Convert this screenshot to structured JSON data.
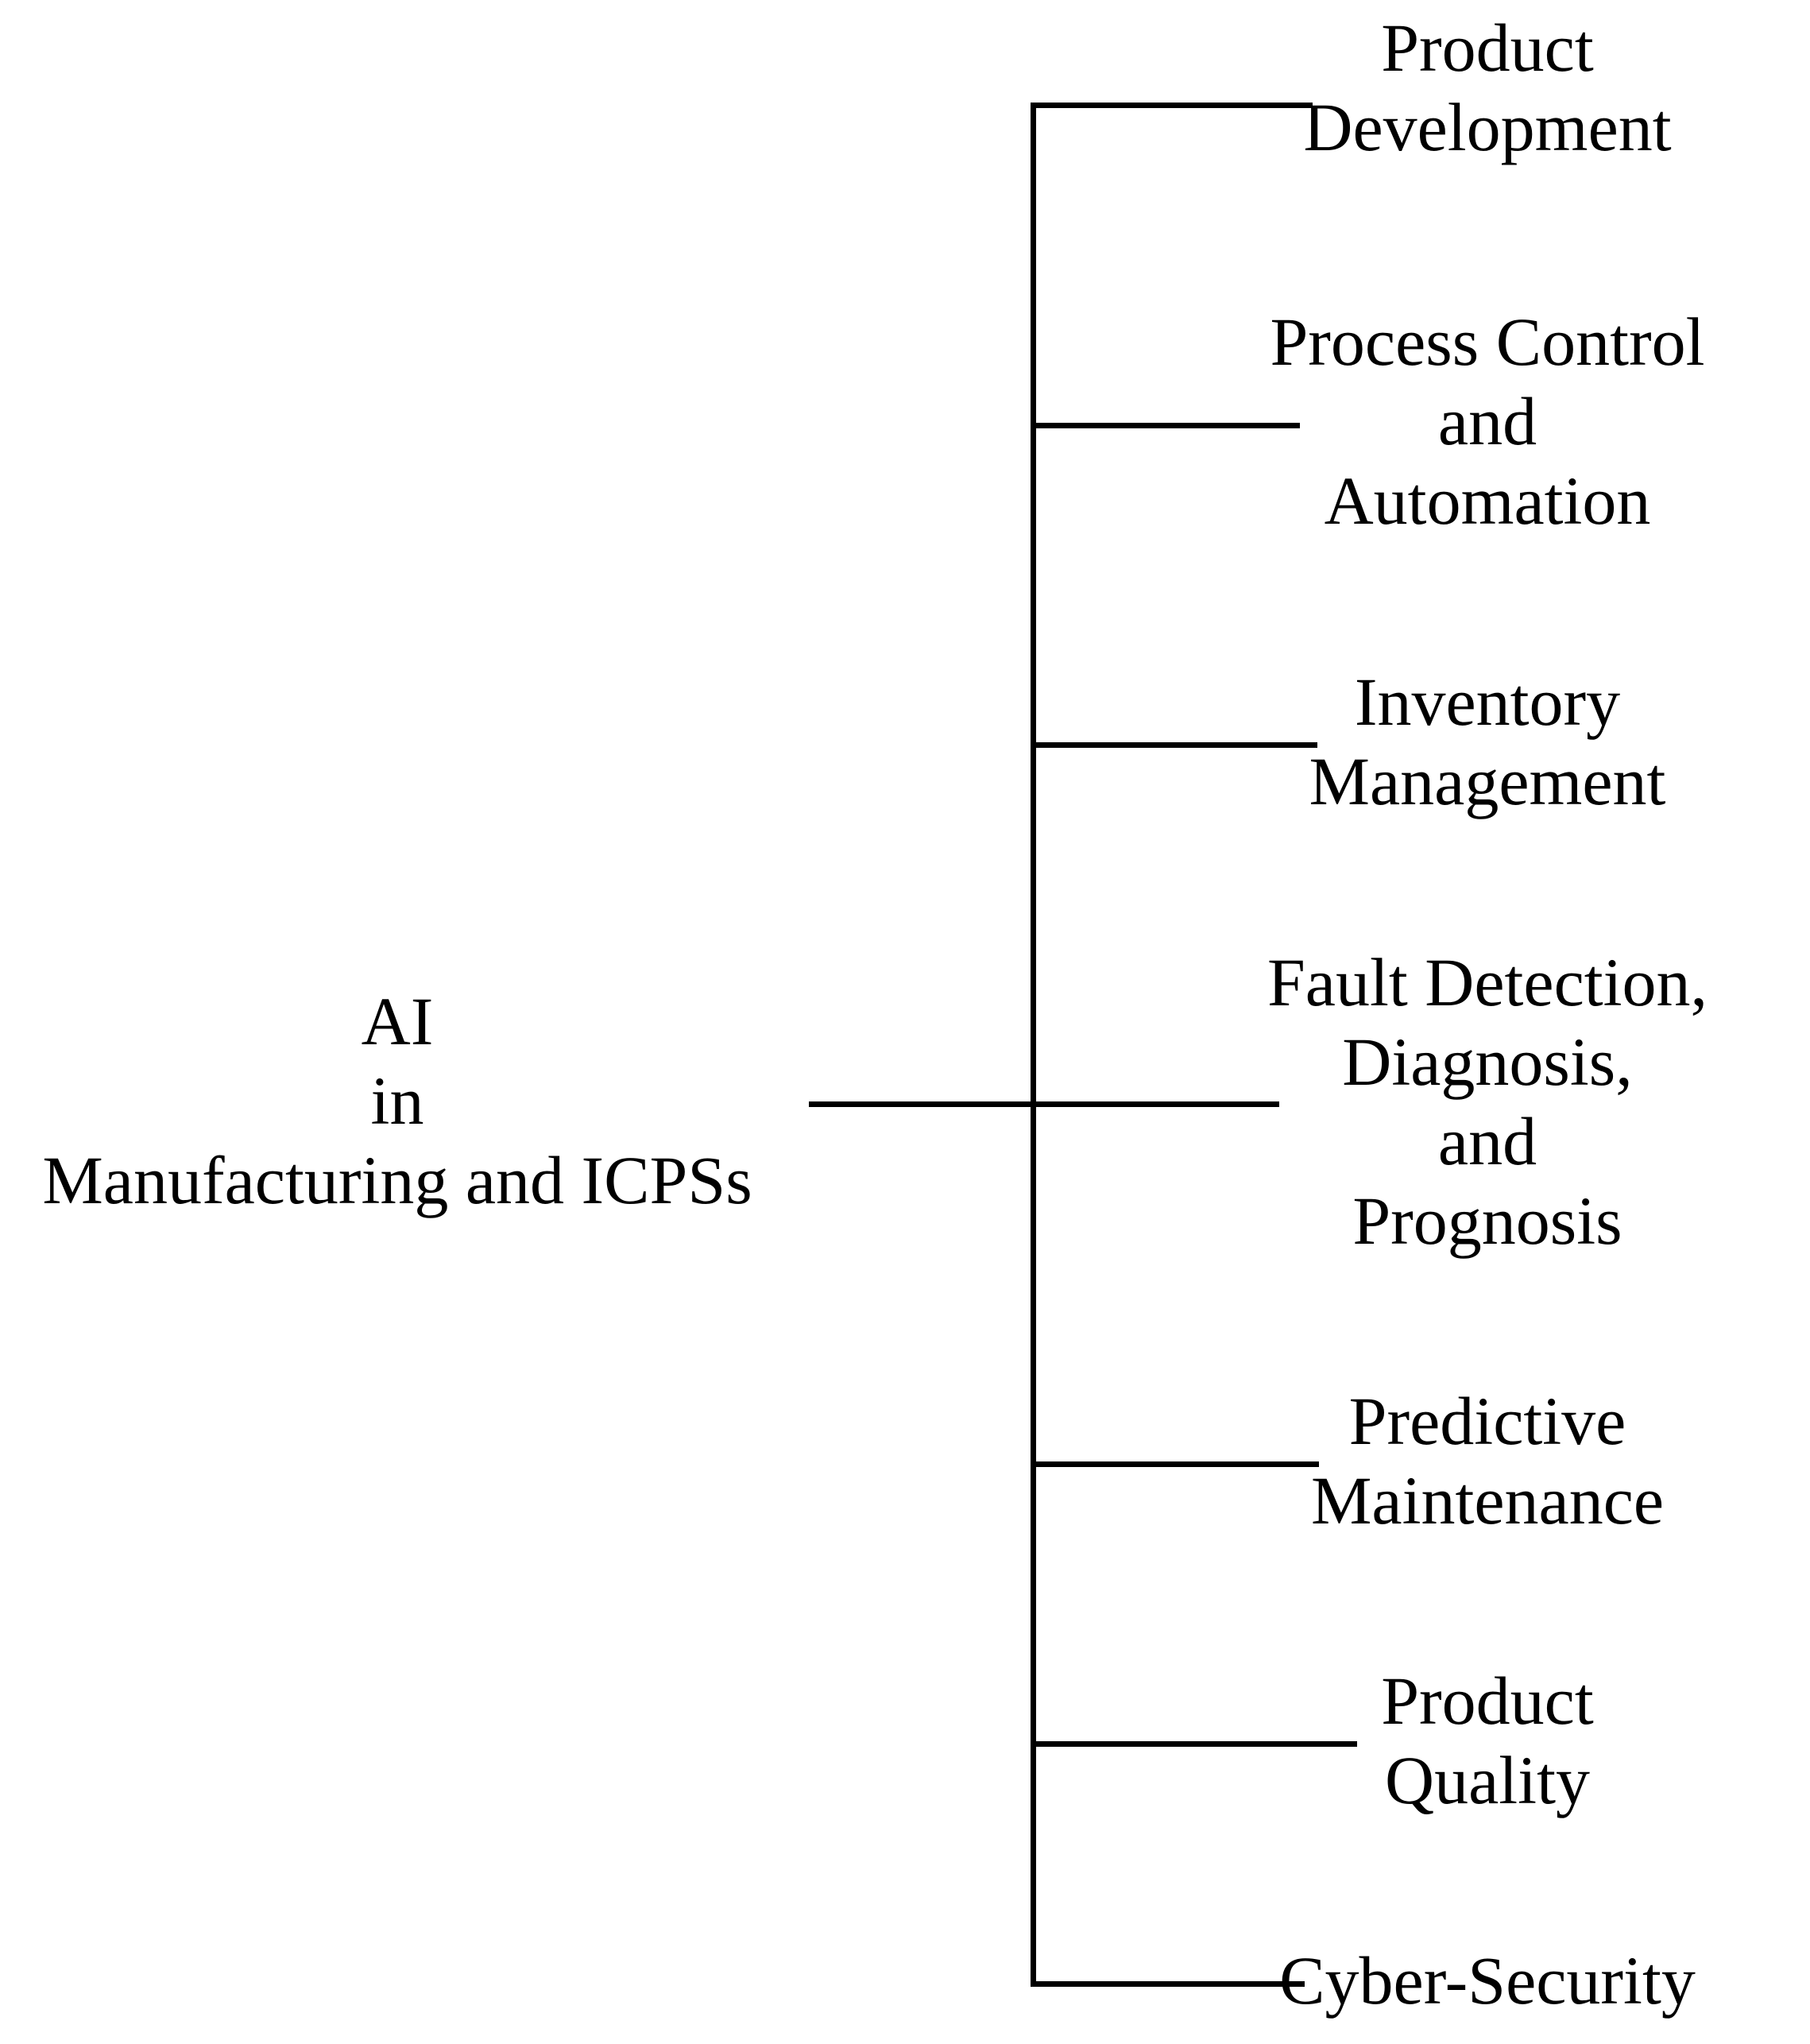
{
  "diagram": {
    "type": "horizontal-tree",
    "title": "AI in Manufacturing and ICPSs",
    "line_color": "#000000",
    "background_color": "#ffffff",
    "text_color": "#000000",
    "root": {
      "label": "AI\nin\nManufacturing and ICPSs",
      "lines": [
        "AI",
        "in",
        "Manufacturing and ICPSs"
      ]
    },
    "branches": [
      {
        "label": "Product\nDevelopment",
        "lines": [
          "Product",
          "Development"
        ]
      },
      {
        "label": "Process Control\nand\nAutomation",
        "lines": [
          "Process Control",
          "and",
          "Automation"
        ]
      },
      {
        "label": "Inventory\nManagement",
        "lines": [
          "Inventory",
          "Management"
        ]
      },
      {
        "label": "Fault Detection,\nDiagnosis,\nand\nPrognosis",
        "lines": [
          "Fault Detection,",
          "Diagnosis,",
          "and",
          "Prognosis"
        ]
      },
      {
        "label": "Predictive\nMaintenance",
        "lines": [
          "Predictive",
          "Maintenance"
        ]
      },
      {
        "label": "Product\nQuality",
        "lines": [
          "Product",
          "Quality"
        ]
      },
      {
        "label": "Cyber-Security",
        "lines": [
          "Cyber-Security"
        ]
      }
    ]
  }
}
